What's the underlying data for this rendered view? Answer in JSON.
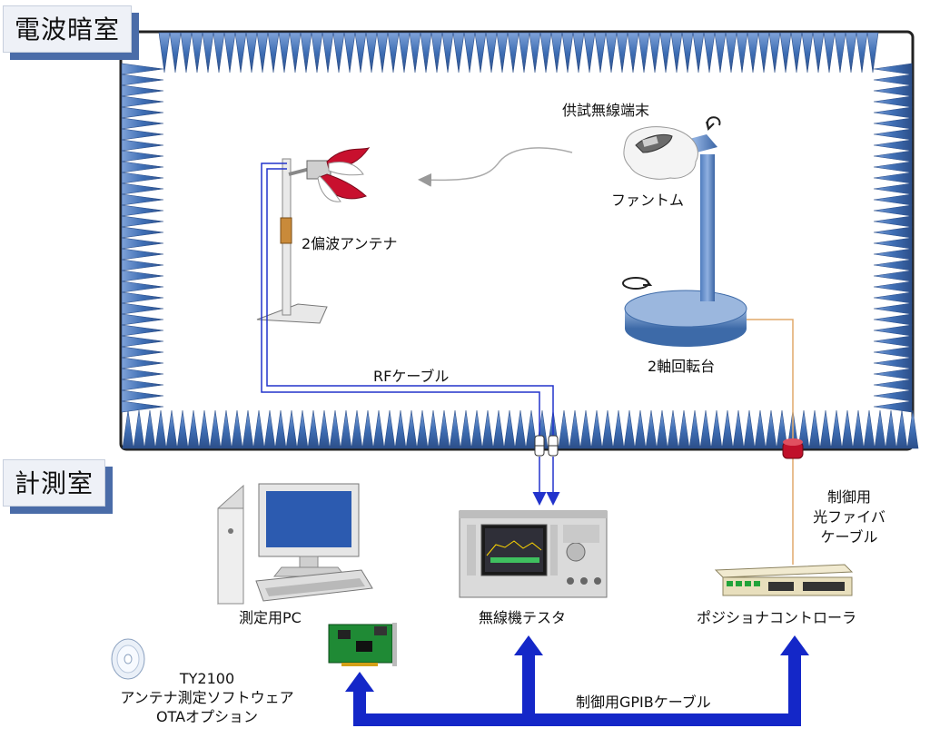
{
  "rooms": {
    "anechoic": "電波暗室",
    "measurement": "計測室"
  },
  "labels": {
    "dut": "供試無線端末",
    "phantom": "ファントム",
    "antenna": "2偏波アンテナ",
    "positioner": "2軸回転台",
    "rf_cable": "RFケーブル",
    "fiber_line1": "制御用",
    "fiber_line2": "光ファイバ",
    "fiber_line3": "ケーブル",
    "pc": "測定用PC",
    "tester": "無線機テスタ",
    "controller": "ポジショナコントローラ",
    "gpib_cable": "制御用GPIBケーブル",
    "software_line1": "TY2100",
    "software_line2": "アンテナ測定ソフトウェア",
    "software_line3": "OTAオプション"
  },
  "colors": {
    "absorber": "#3f6fb5",
    "gpib_arrow": "#1427c8",
    "rf_cable": "#2233cc",
    "fiber": "#e0a96a",
    "label_shadow": "#4a6ca8"
  }
}
